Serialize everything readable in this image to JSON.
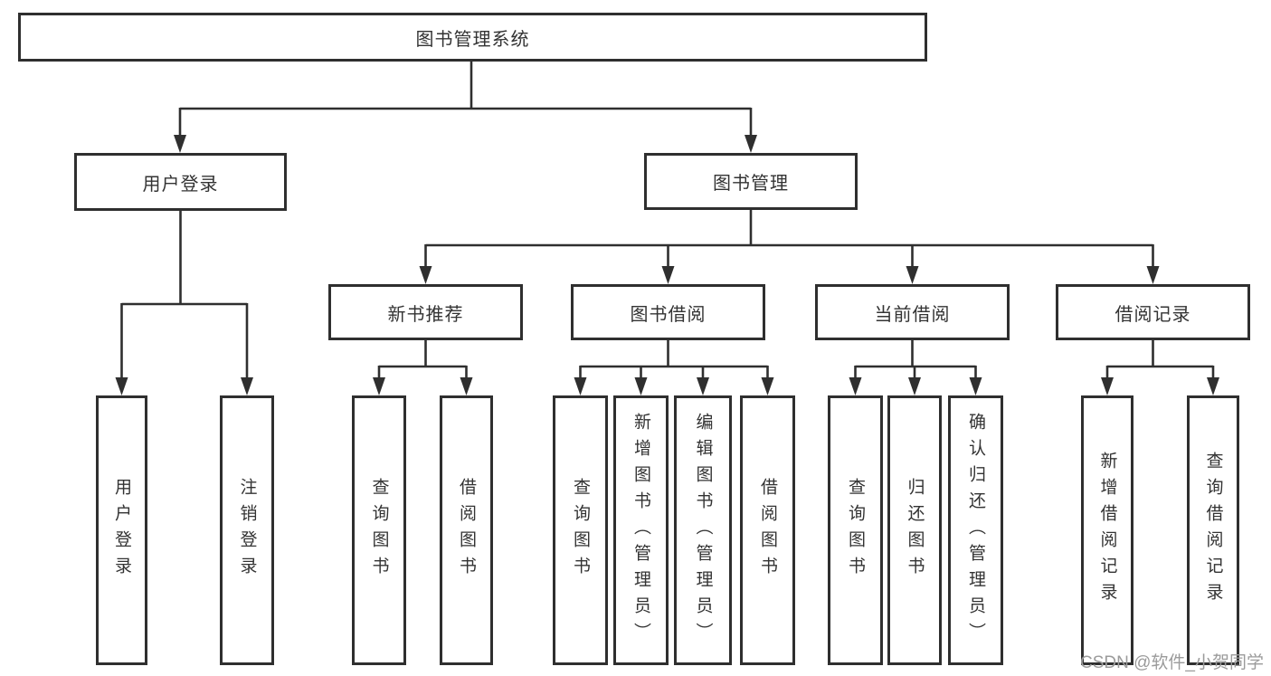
{
  "tree": {
    "label": "图书管理系统",
    "children": [
      {
        "label": "用户登录",
        "children": [
          {
            "label": "用户登录"
          },
          {
            "label": "注销登录"
          }
        ]
      },
      {
        "label": "图书管理",
        "children": [
          {
            "label": "新书推荐",
            "children": [
              {
                "label": "查询图书"
              },
              {
                "label": "借阅图书"
              }
            ]
          },
          {
            "label": "图书借阅",
            "children": [
              {
                "label": "查询图书"
              },
              {
                "label": "新增图书（管理员）"
              },
              {
                "label": "编辑图书（管理员）"
              },
              {
                "label": "借阅图书"
              }
            ]
          },
          {
            "label": "当前借阅",
            "children": [
              {
                "label": "查询图书"
              },
              {
                "label": "归还图书"
              },
              {
                "label": "确认归还（管理员）"
              }
            ]
          },
          {
            "label": "借阅记录",
            "children": [
              {
                "label": "新增借阅记录"
              },
              {
                "label": "查询借阅记录"
              }
            ]
          }
        ]
      }
    ]
  },
  "watermark": {
    "text": "CSDN @软件_小贺同学"
  },
  "colors": {
    "line": "#2f2f2f",
    "box_border": "#2f2f2f",
    "text": "#333333",
    "watermark": "#9b9b9b",
    "background": "#ffffff"
  }
}
